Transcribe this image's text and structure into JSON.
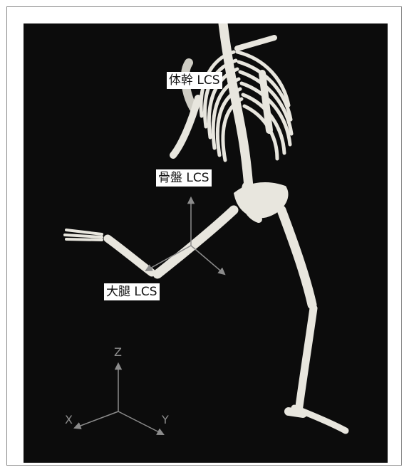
{
  "figure": {
    "labels": {
      "trunk_lcs": "体幹 LCS",
      "pelvis_lcs": "骨盤 LCS",
      "thigh_lcs": "大腿 LCS"
    },
    "global_axes": {
      "z": "Z",
      "x": "X",
      "y": "Y"
    },
    "colors": {
      "background": "#0c0c0c",
      "bone": "#e8e6de",
      "axis": "#8c8c8c",
      "label_bg": "#ffffff"
    },
    "icons": [
      "skeleton-figure",
      "global-axes-triad",
      "local-axes-triad"
    ]
  }
}
